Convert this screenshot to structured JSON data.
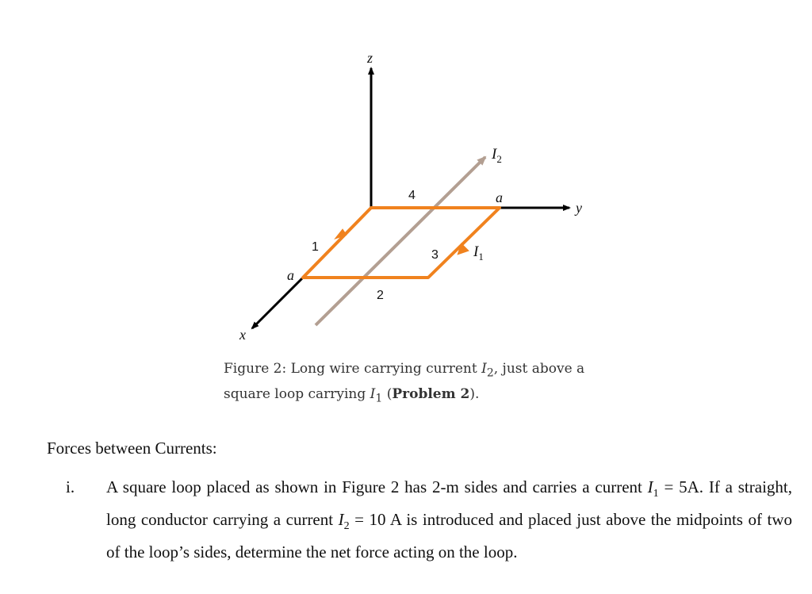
{
  "figure": {
    "axes": {
      "z": "z",
      "y": "y",
      "x": "x"
    },
    "loop_side_labels": {
      "side1": "1",
      "side2": "2",
      "side3": "3",
      "side4": "4"
    },
    "dimension_labels": {
      "a_left": "a",
      "a_right": "a"
    },
    "current_labels": {
      "I2": "I",
      "I2_sub": "2",
      "I1": "I",
      "I1_sub": "1"
    },
    "colors": {
      "loop": "#f0821e",
      "wire": "#b39f92",
      "axis": "#000000"
    }
  },
  "caption": {
    "prefix": "Figure 2:  Long wire carrying current ",
    "var1": "I",
    "var1_sub": "2",
    "mid": ", just above a square loop carrying ",
    "var2": "I",
    "var2_sub": "1",
    "paren_open": " (",
    "bold": "Problem 2",
    "paren_close": ")."
  },
  "heading": "Forces between Currents:",
  "problem": {
    "marker": "i.",
    "part1": "A square loop placed as shown in Figure 2 has 2-m sides and carries a current ",
    "var1": "I",
    "var1_sub": "1",
    "val1": " = 5A. If a straight, long conductor carrying a current ",
    "var2": "I",
    "var2_sub": "2",
    "val2": " = 10 A is introduced and placed just above the midpoints of two of the loop’s sides, determine the net force acting on the loop."
  }
}
